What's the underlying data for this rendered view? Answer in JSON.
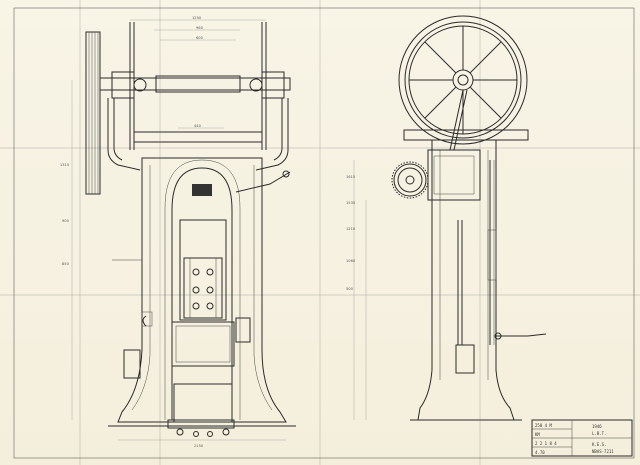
{
  "drawing": {
    "views": [
      "front-elevation",
      "side-elevation"
    ],
    "dimensions_top": [
      "1250",
      "960",
      "600",
      "440"
    ],
    "dimensions_left": [
      "1315",
      "900",
      "850"
    ],
    "dimensions_middle": [
      "1615",
      "1535",
      "1210",
      "1060",
      "500"
    ],
    "dimension_bottom": "2150"
  },
  "title_block": {
    "lines": [
      "250 4 M",
      "KM",
      "2 2 1 8 4",
      "4.70"
    ],
    "right_lines": [
      "1946",
      "L.B.T.",
      "K.E.S.",
      "NBAS-7211"
    ]
  },
  "colors": {
    "paper": "#f7f3e3",
    "ink": "#2a2a2a"
  }
}
